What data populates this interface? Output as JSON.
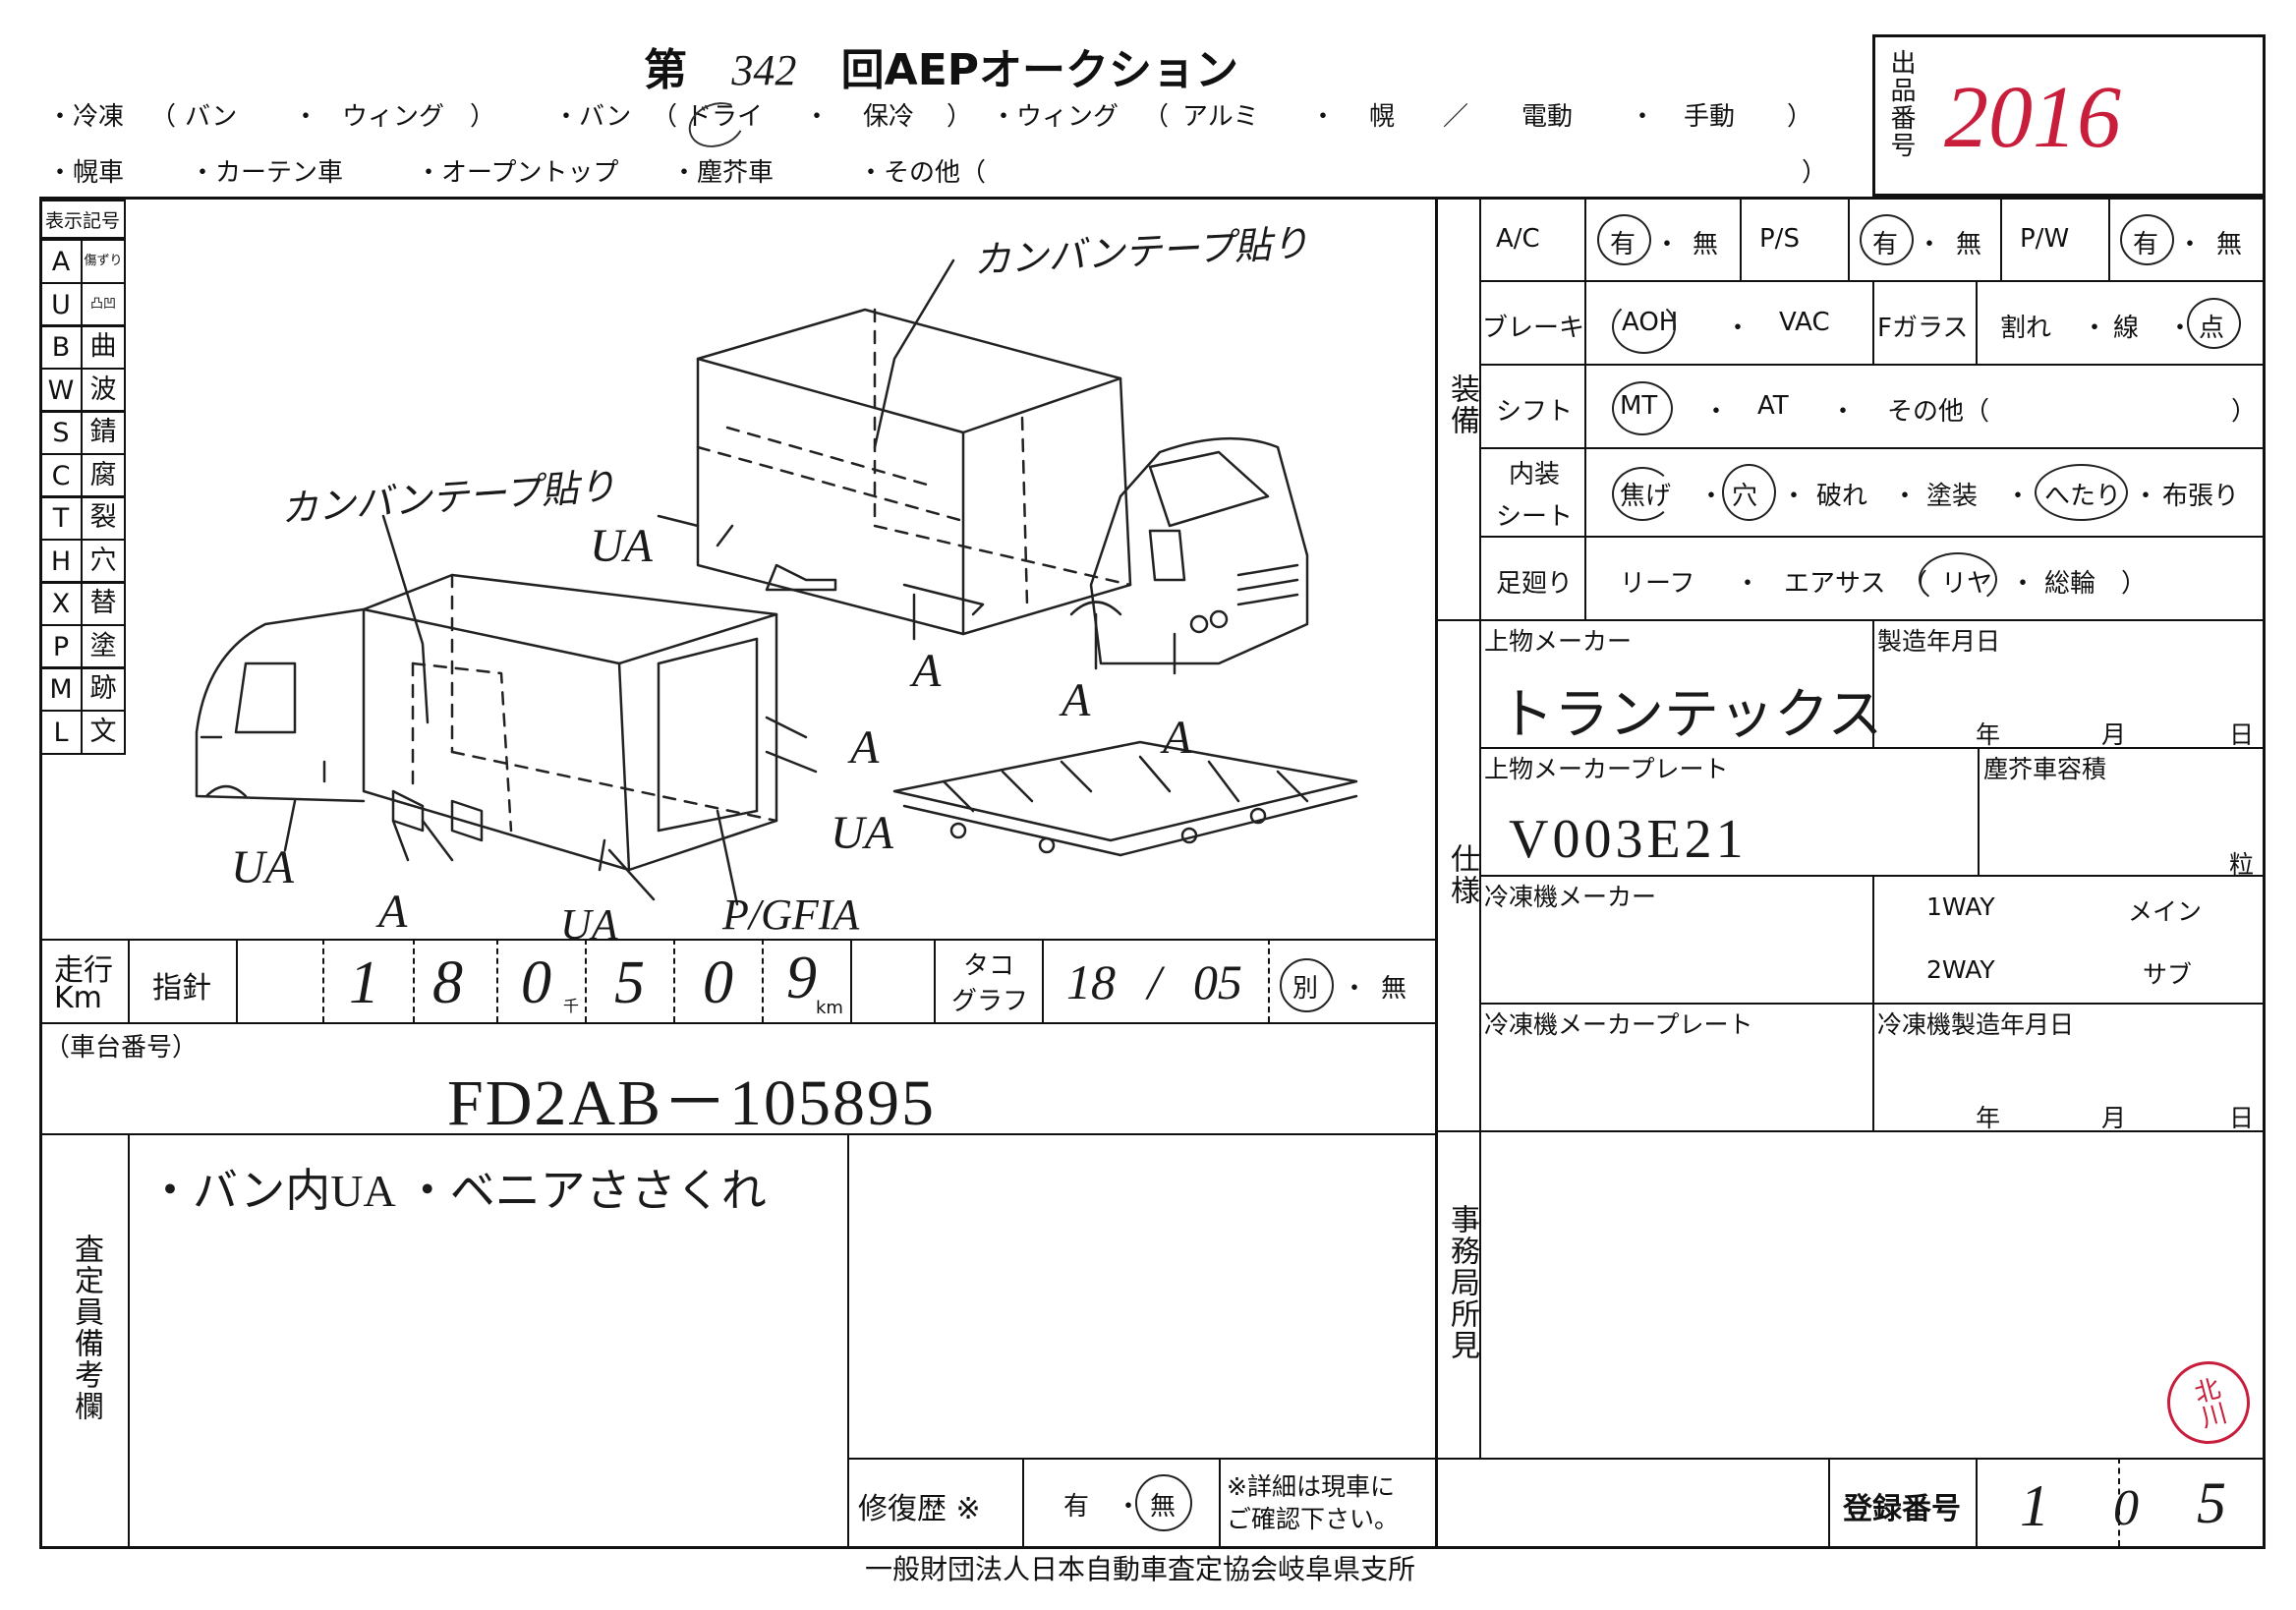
{
  "header": {
    "title_prefix": "第",
    "auction_no": "342",
    "title_suffix": "回AEPオークション",
    "exhibit_label": "出品番号",
    "exhibit_number": "2016"
  },
  "vehicle_types": {
    "row1": [
      "・冷凍",
      "（",
      "バン",
      "・",
      "ウィング",
      "）",
      "・バン",
      "（",
      "ドライ",
      "・",
      "保冷",
      "）",
      "・ウィング",
      "（",
      "アルミ",
      "・",
      "幌",
      "／",
      "電動",
      "・",
      "手動",
      "）"
    ],
    "row2": [
      "・幌車",
      "・カーテン車",
      "・オープントップ",
      "・塵芥車",
      "・その他（",
      "）"
    ]
  },
  "legend": {
    "title": "表示記号",
    "rows": [
      {
        "code": "A",
        "meaning": "傷ずり"
      },
      {
        "code": "U",
        "meaning": "凸凹"
      },
      {
        "code": "B",
        "meaning": "曲"
      },
      {
        "code": "W",
        "meaning": "波"
      },
      {
        "code": "S",
        "meaning": "錆"
      },
      {
        "code": "C",
        "meaning": "腐"
      },
      {
        "code": "T",
        "meaning": "裂"
      },
      {
        "code": "H",
        "meaning": "穴"
      },
      {
        "code": "X",
        "meaning": "替"
      },
      {
        "code": "P",
        "meaning": "塗"
      },
      {
        "code": "M",
        "meaning": "跡"
      },
      {
        "code": "L",
        "meaning": "文"
      }
    ]
  },
  "diagram": {
    "note_top": "カンバンテープ貼り",
    "note_left": "カンバンテープ貼り",
    "marks": [
      "UA",
      "A",
      "A",
      "A",
      "UA",
      "A",
      "UA",
      "A",
      "UA",
      "P/GFIA"
    ]
  },
  "equipment": {
    "section_label": "装備",
    "ac": {
      "label": "A/C",
      "opt1": "有",
      "sep": "・",
      "opt2": "無"
    },
    "ps": {
      "label": "P/S",
      "opt1": "有",
      "sep": "・",
      "opt2": "無"
    },
    "pw": {
      "label": "P/W",
      "opt1": "有",
      "sep": "・",
      "opt2": "無"
    },
    "brake": {
      "label": "ブレーキ",
      "opt1": "AOH",
      "sep": "・",
      "opt2": "VAC"
    },
    "glass": {
      "label": "Fガラス",
      "opt1": "割れ",
      "opt2": "線",
      "opt3": "点",
      "sep": "・"
    },
    "shift": {
      "label": "シフト",
      "opt1": "MT",
      "opt2": "AT",
      "opt3": "その他（",
      "close": "）",
      "sep": "・"
    },
    "interior": {
      "label1": "内装",
      "label2": "シート",
      "opts": [
        "焦げ",
        "穴",
        "破れ",
        "塗装",
        "へたり",
        "布張り"
      ],
      "sep": "・"
    },
    "suspension": {
      "label": "足廻り",
      "opt1": "リーフ",
      "opt2": "エアサス",
      "open": "（",
      "opt3": "リヤ",
      "opt4": "総輪",
      "close": "）",
      "sep": "・"
    }
  },
  "spec": {
    "section_label": "仕様",
    "body_maker_label": "上物メーカー",
    "body_maker_value": "トランテックス",
    "mfg_date_label": "製造年月日",
    "year": "年",
    "month": "月",
    "day": "日",
    "body_plate_label": "上物メーカープレート",
    "body_plate_value": "V003E21",
    "garbage_label": "塵芥車容積",
    "garbage_unit": "粒",
    "ref_maker_label": "冷凍機メーカー",
    "oneway": "1WAY",
    "main": "メイン",
    "twoway": "2WAY",
    "sub": "サブ",
    "ref_plate_label": "冷凍機メーカープレート",
    "ref_date_label": "冷凍機製造年月日"
  },
  "mileage": {
    "label1": "走行",
    "label2": "Km",
    "meter_label": "指針",
    "digits": [
      "1",
      "8",
      "0",
      "5",
      "0",
      "9"
    ],
    "thousand": "千",
    "km": "km",
    "tacho_label1": "タコ",
    "tacho_label2": "グラフ",
    "tacho_value": "18 / 05",
    "tacho_opt1": "別",
    "sep": "・",
    "tacho_opt2": "無"
  },
  "chassis": {
    "label": "（車台番号）",
    "value": "FD2AB－105895"
  },
  "remarks": {
    "label": "査定員備考欄",
    "text": "・バン内UA ・ベニアささくれ"
  },
  "office": {
    "label": "事務局所見"
  },
  "repair": {
    "label": "修復歴 ※",
    "opt1": "有",
    "sep": "・",
    "opt2": "無",
    "note1": "※詳細は現車に",
    "note2": "ご確認下さい。"
  },
  "registration": {
    "label": "登録番号",
    "digits": [
      "1",
      "0",
      "5"
    ]
  },
  "stamp": {
    "text": "北川"
  },
  "footer": "一般財団法人日本自動車査定協会岐阜県支所"
}
